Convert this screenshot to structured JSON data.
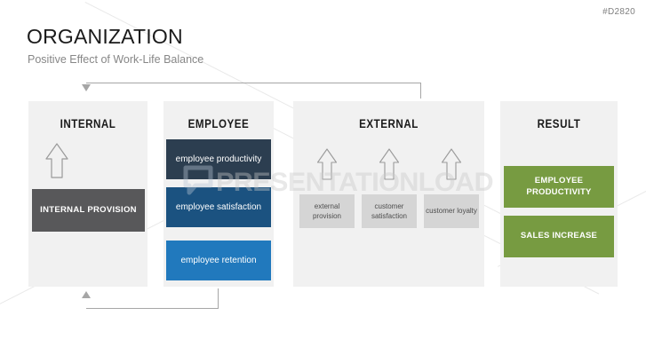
{
  "document": {
    "id_code": "#D2820",
    "title": "ORGANIZATION",
    "subtitle": "Positive Effect of Work-Life Balance"
  },
  "watermark": {
    "text": "PRESENTATIONLOAD",
    "logo_icon": "speech-bubble-icon"
  },
  "connectors": [
    {
      "name": "external-to-internal-feedback",
      "direction": "down",
      "arrow_icon": "arrow-down-icon"
    },
    {
      "name": "employee-to-internal-feedback",
      "direction": "up",
      "arrow_icon": "arrow-up-icon"
    }
  ],
  "columns": {
    "internal": {
      "title": "INTERNAL",
      "arrow_icon": "arrow-up-outline-icon",
      "box": {
        "label": "INTERNAL PROVISION",
        "color": "#58585a"
      }
    },
    "employee": {
      "title": "EMPLOYEE",
      "boxes": [
        {
          "label": "employee productivity",
          "color": "#2c3e50"
        },
        {
          "label": "employee satisfaction",
          "color": "#1b5280"
        },
        {
          "label": "employee retention",
          "color": "#2179bd"
        }
      ]
    },
    "external": {
      "title": "EXTERNAL",
      "arrow_icon": "arrow-up-outline-icon",
      "boxes": [
        {
          "label": "external provision",
          "color": "#d5d5d5"
        },
        {
          "label": "customer satisfaction",
          "color": "#d5d5d5"
        },
        {
          "label": "customer loyalty",
          "color": "#d5d5d5"
        }
      ]
    },
    "result": {
      "title": "RESULT",
      "boxes": [
        {
          "label": "EMPLOYEE PRODUCTIVITY",
          "color": "#779b41"
        },
        {
          "label": "SALES INCREASE",
          "color": "#779b41"
        }
      ]
    }
  },
  "palette": {
    "panel_bg": "#f1f1f1",
    "dark_gray": "#58585a",
    "navy": "#2c3e50",
    "blue_mid": "#1b5280",
    "blue_light": "#2179bd",
    "green": "#779b41",
    "gray_box": "#d5d5d5",
    "connector": "#a6a6a6"
  }
}
